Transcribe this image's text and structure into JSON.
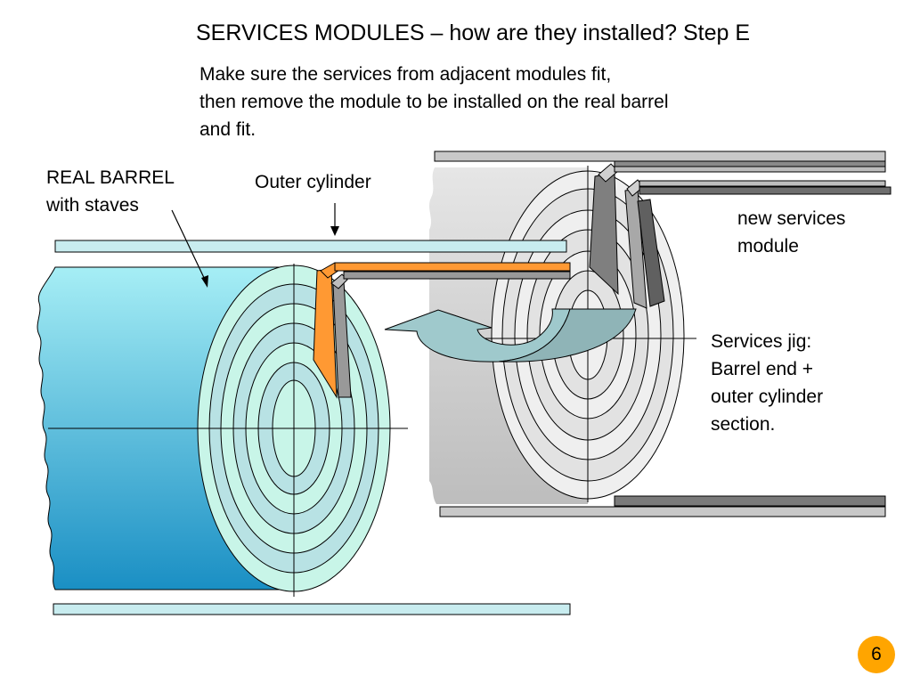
{
  "title": "SERVICES MODULES – how are they installed?   Step E",
  "intro": {
    "line1": "Make sure the services from adjacent modules fit,",
    "line2": "then remove the module to be installed on the real barrel",
    "line3": "and fit."
  },
  "labels": {
    "real_barrel_line1": "REAL BARREL",
    "real_barrel_line2": "with staves",
    "outer_cylinder": "Outer cylinder",
    "new_module_line1": "new services",
    "new_module_line2": "module",
    "jig_line1": "Services jig:",
    "jig_line2": "Barrel end +",
    "jig_line3": "outer cylinder",
    "jig_line4": "section."
  },
  "page_number": "6",
  "colors": {
    "barrel_top": "#a6eef5",
    "barrel_bottom": "#1a8fc4",
    "disc_fill": "#c8ecea",
    "cylinder_bar": "#c8ecef",
    "services_orange": "#ff9933",
    "services_grey": "#999999",
    "jig_grey": "#d0d0d0",
    "transfer_arrow": "#9fc9cc",
    "badge": "#ffa500"
  }
}
